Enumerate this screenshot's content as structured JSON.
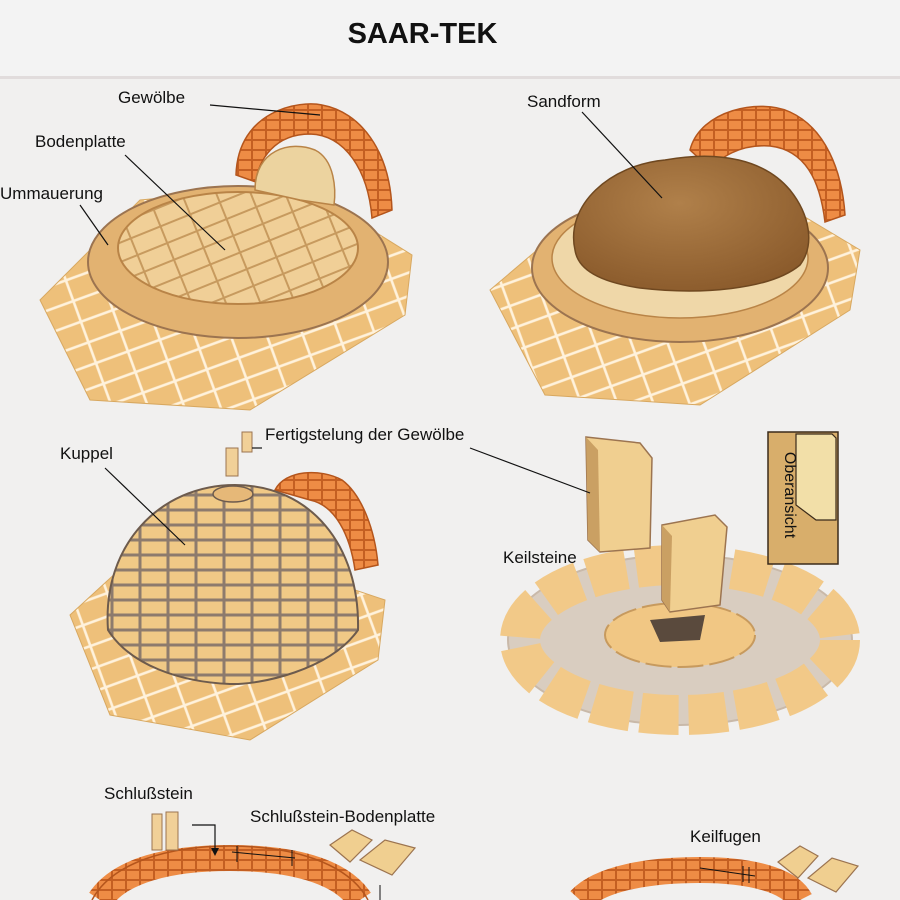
{
  "title": "SAAR-TEK",
  "labels": {
    "gewoelbe": "Gewölbe",
    "bodenplatte": "Bodenplatte",
    "ummauerung": "Ummauerung",
    "sandform": "Sandform",
    "kuppel": "Kuppel",
    "fertigstelung": "Fertigstelung der Gewölbe",
    "keilsteine": "Keilsteine",
    "oberansicht": "Oberansicht",
    "schlussstein": "Schlußstein",
    "schlussstein_bodenplatte": "Schlußstein-Bodenplatte",
    "keilfugen": "Keilfugen"
  },
  "colors": {
    "brick_light": "#f2cf8d",
    "brick_mid": "#e1b06a",
    "brick_dark": "#b98447",
    "arch_red": "#e9823a",
    "arch_dark": "#c45f22",
    "sand": "#a4733b",
    "sand_dark": "#7c5124",
    "mortar": "#8d7b6d"
  }
}
